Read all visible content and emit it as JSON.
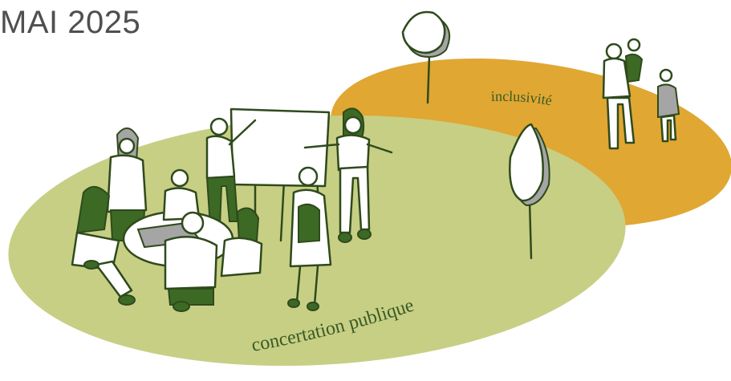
{
  "header": {
    "date": "MAI 2025"
  },
  "labels": {
    "inclusivity": "inclusivité",
    "public_consultation": "concertation publique"
  },
  "colors": {
    "green_zone": "#c7cf85",
    "orange_zone": "#e0a733",
    "figure_dark_green": "#3c6a25",
    "figure_grey": "#a5a5a5",
    "date_text": "#4f4f4f"
  }
}
